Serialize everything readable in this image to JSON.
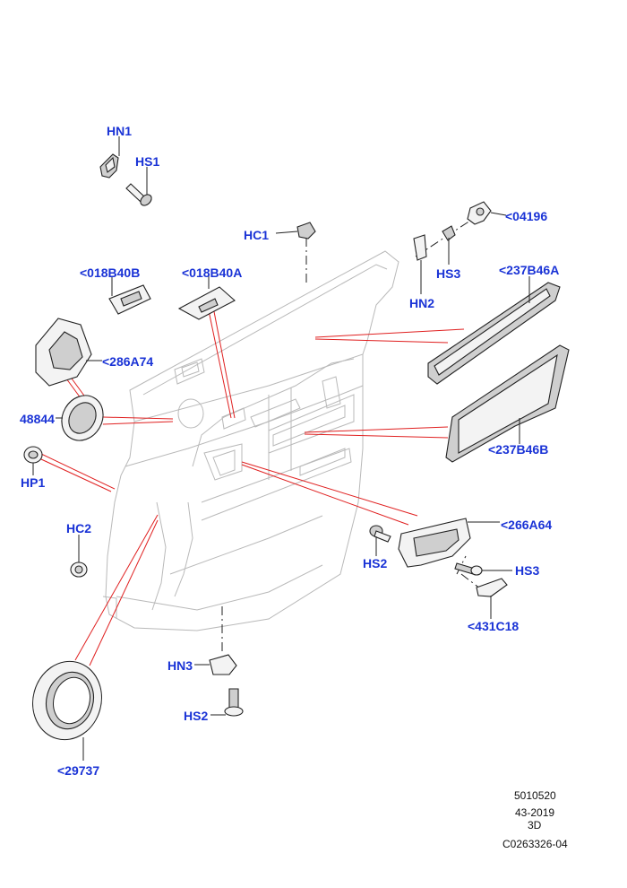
{
  "colors": {
    "label": "#1a33d6",
    "leader": "#222222",
    "pointer": "#e02020",
    "outline": "#b9b9b9"
  },
  "labels": {
    "HN1": "HN1",
    "HS1": "HS1",
    "HC1": "HC1",
    "c04196": "<04196",
    "HS3_top": "HS3",
    "HN2": "HN2",
    "c018B40B": "<018B40B",
    "c018B40A": "<018B40A",
    "c237B46A": "<237B46A",
    "c286A74": "<286A74",
    "n48844": "48844",
    "c237B46B": "<237B46B",
    "HP1": "HP1",
    "c266A64": "<266A64",
    "HC2": "HC2",
    "HS2_right": "HS2",
    "HS3_right": "HS3",
    "c431C18": "<431C18",
    "HN3": "HN3",
    "HS2_bottom": "HS2",
    "c29737": "<29737"
  },
  "footer": {
    "line1": "5010520",
    "line2": "43-2019",
    "line3": "3D",
    "line4": "C0263326-04"
  }
}
